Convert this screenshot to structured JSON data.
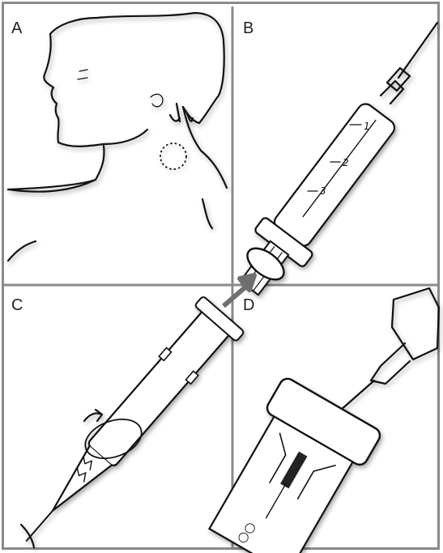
{
  "panels": [
    {
      "id": "A",
      "label": "A"
    },
    {
      "id": "B",
      "label": "B",
      "graduations": [
        "1",
        "2",
        "3"
      ]
    },
    {
      "id": "C",
      "label": "C"
    },
    {
      "id": "D",
      "label": "D"
    }
  ],
  "colors": {
    "frame": "#8a8a8a",
    "ink": "#111111",
    "arrow": "#6f6f6f"
  }
}
